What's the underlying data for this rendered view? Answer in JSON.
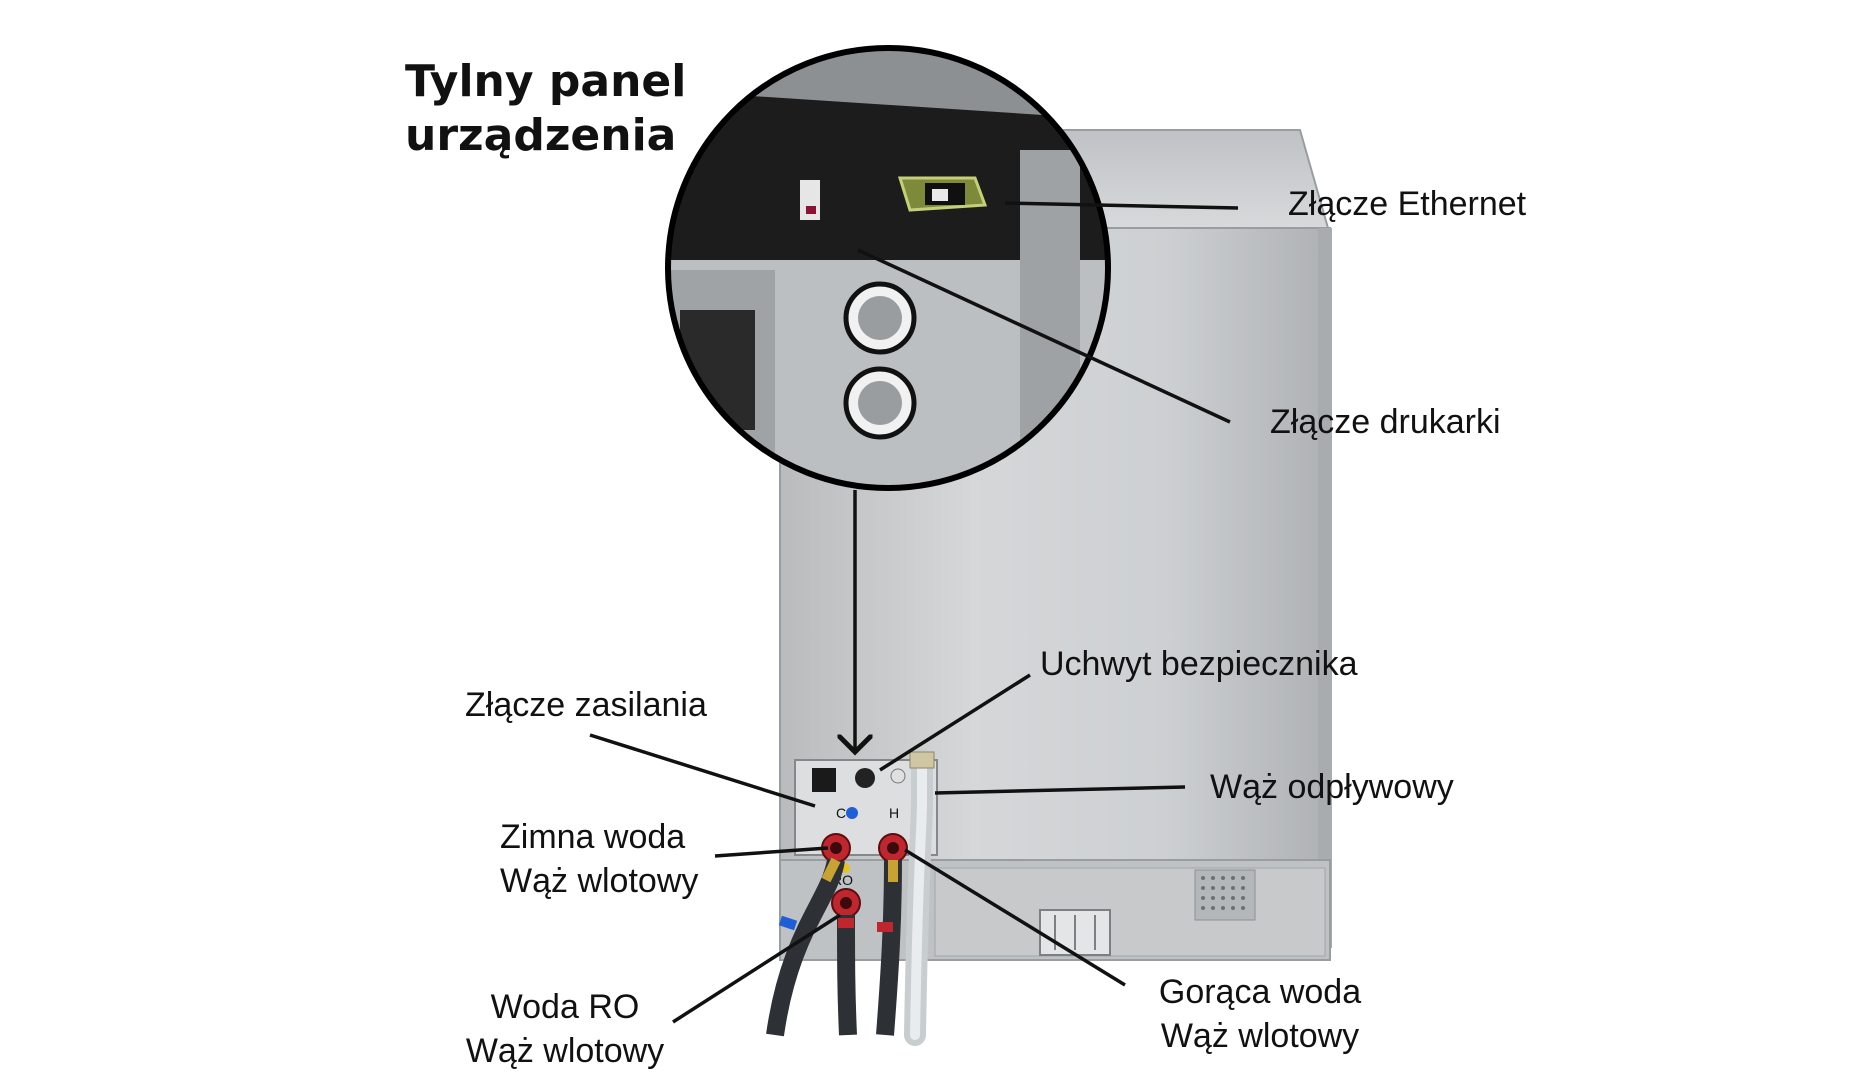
{
  "title": {
    "line1": "Tylny panel",
    "line2": "urządzenia"
  },
  "labels": {
    "ethernet": "Złącze Ethernet",
    "printer": "Złącze drukarki",
    "fuse": "Uchwyt bezpiecznika",
    "power": "Złącze zasilania",
    "drain": "Wąż odpływowy",
    "cold_line1": "Zimna woda",
    "cold_line2": "Wąż wlotowy",
    "ro_line1": "Woda RO",
    "ro_line2": "Wąż wlotowy",
    "hot_line1": "Gorąca woda",
    "hot_line2": "Wąż wlotowy"
  },
  "panel_marks": {
    "cold": "C",
    "hot": "H",
    "ro": "RO"
  },
  "colors": {
    "cold": "#1f5fd6",
    "hot": "#c0262e",
    "ro": "#e8c21c",
    "steel": "#c9cbcd",
    "zoom_dark": "#1c1c1c"
  }
}
